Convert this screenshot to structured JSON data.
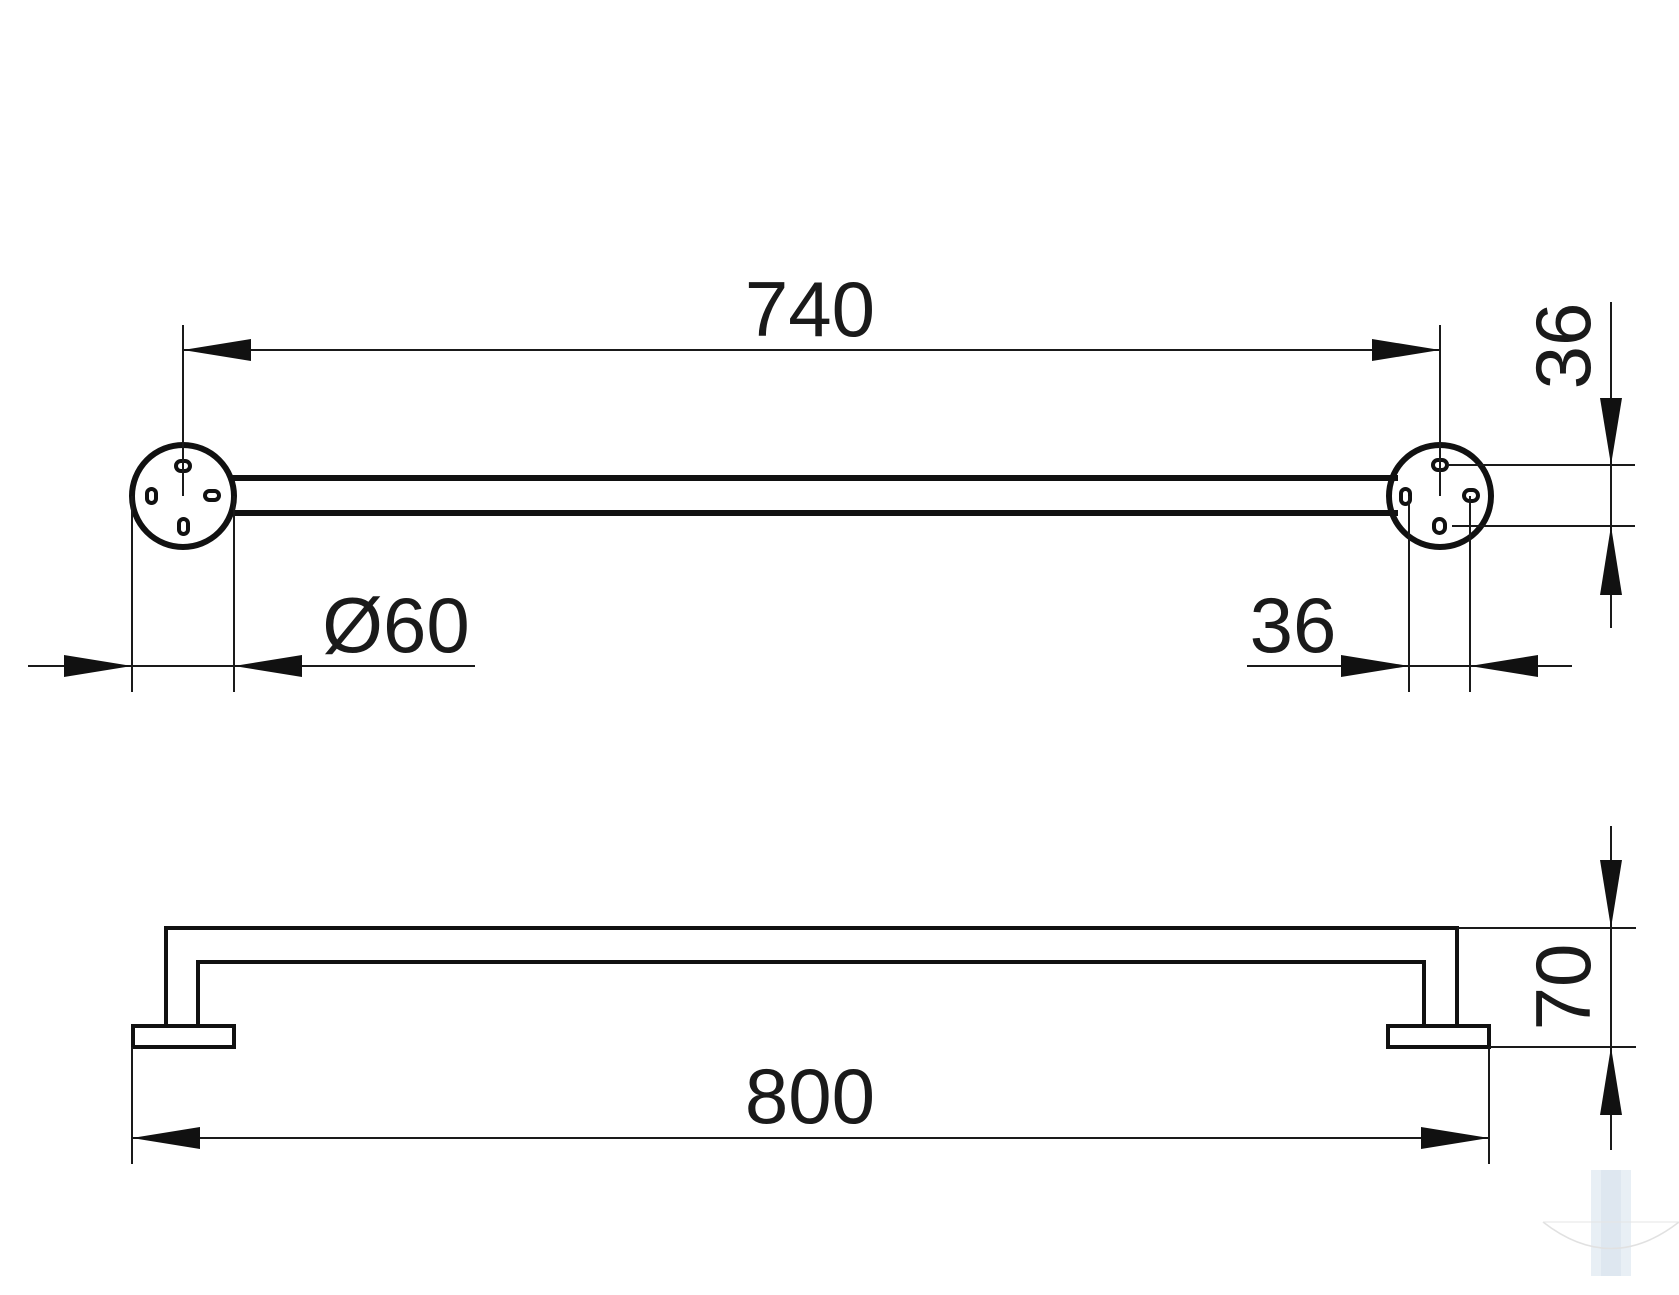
{
  "drawing": {
    "type": "technical drawing - towel bar",
    "colors": {
      "line": "#111111",
      "background": "#ffffff",
      "watermark": "#b8cce0"
    },
    "top_view": {
      "dimensions": {
        "center_distance": "740",
        "height_offset": "36",
        "rosette_diameter": "Ø60",
        "width_offset": "36"
      }
    },
    "front_view": {
      "dimensions": {
        "overall_length": "800",
        "projection": "70"
      }
    }
  }
}
